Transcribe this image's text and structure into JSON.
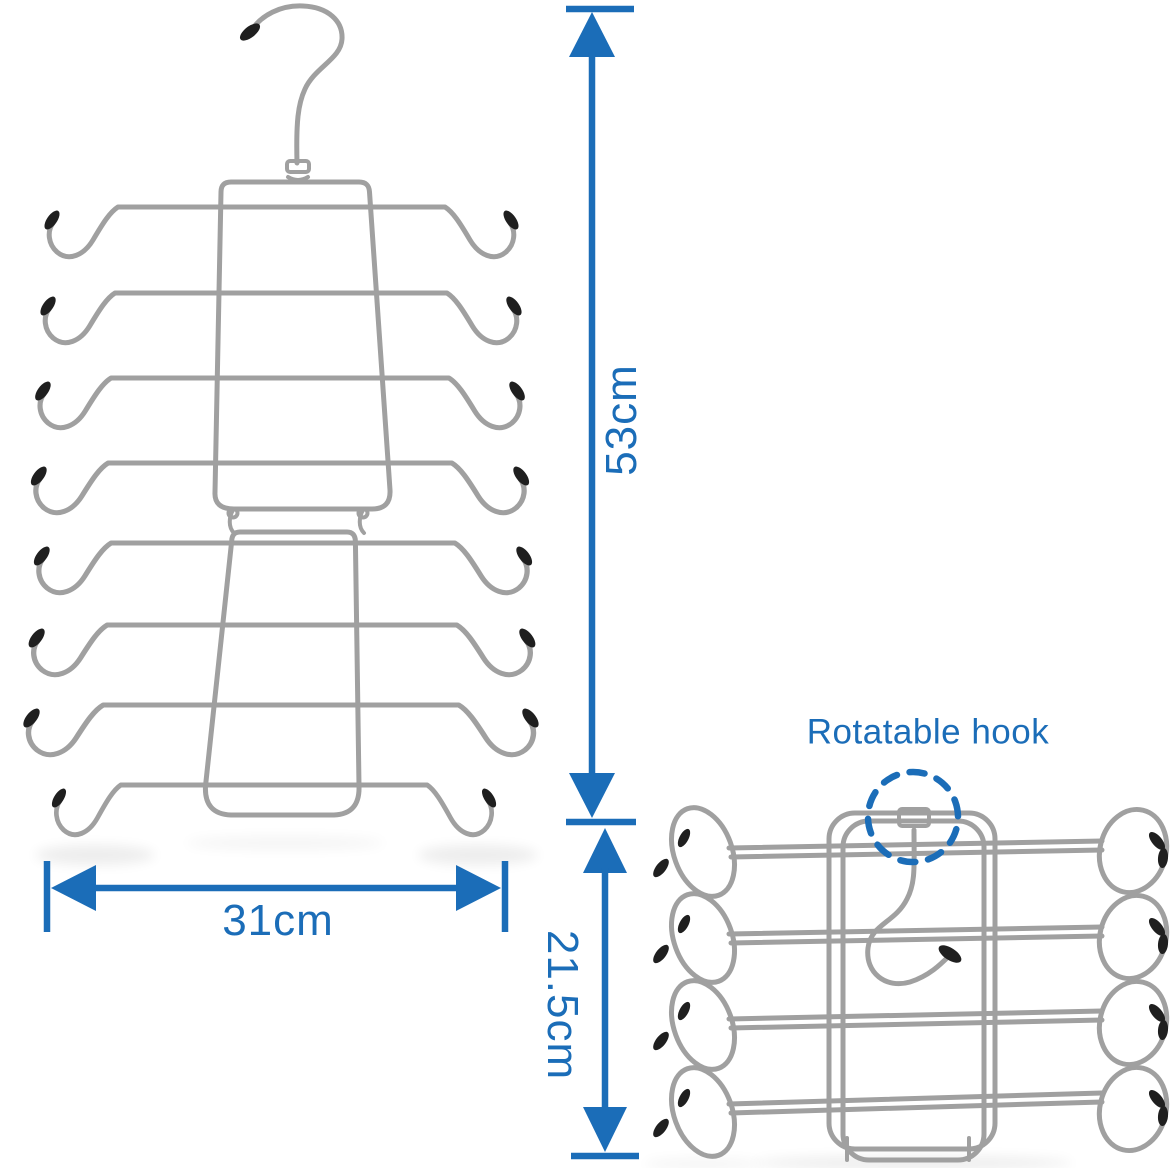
{
  "colors": {
    "annotation_blue": "#1b6db8",
    "wire": "#a0a0a0",
    "tip": "#1f1f1f",
    "background": "#ffffff"
  },
  "labels": {
    "height": "53cm",
    "width": "31cm",
    "folded_height": "21.5cm",
    "rotatable_hook": "Rotatable hook"
  }
}
